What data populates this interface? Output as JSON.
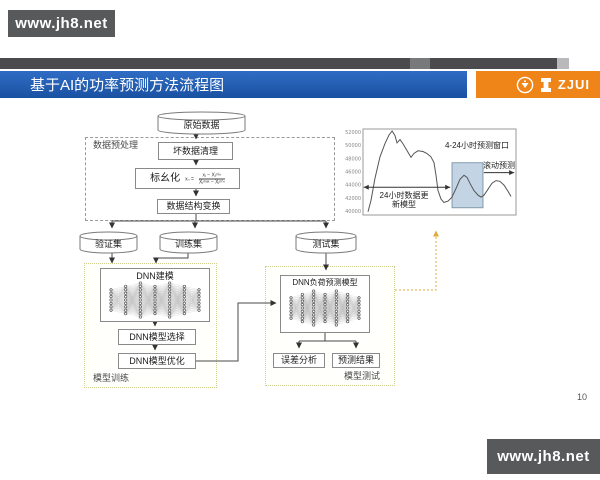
{
  "watermark": {
    "text": "www.jh8.net"
  },
  "header": {
    "title": "基于AI的功率预测方法流程图",
    "logo_text": "ZJUI"
  },
  "flowchart": {
    "raw_data": "原始数据",
    "preprocess": {
      "label": "数据预处理",
      "clean": "坏数据清理",
      "normalize": "标幺化",
      "formula": {
        "lhs": "xₙ =",
        "num": "xᵢ − Xᵢᵐⁱⁿ",
        "den": "Xᵢᵐᵃˣ − Xᵢᵐⁱⁿ"
      },
      "transform": "数据结构变换"
    },
    "datasets": {
      "validation": "验证集",
      "training": "训练集",
      "testing": "测试集"
    },
    "model_training": {
      "label": "模型训练",
      "dnn_modeling": "DNN建模",
      "model_select": "DNN模型选择",
      "model_optimize": "DNN模型优化",
      "nn_layers": [
        7,
        9,
        11,
        9,
        11,
        9,
        7
      ]
    },
    "model_testing": {
      "label": "模型测试",
      "dnn_predict": "DNN负荷预测模型",
      "error_analysis": "误差分析",
      "predict_result": "预测结果",
      "nn_layers": [
        7,
        9,
        11,
        9,
        11,
        9,
        7
      ]
    }
  },
  "chart_data": {
    "type": "line",
    "title": "",
    "xlabel": "",
    "ylabel": "",
    "ylim": [
      39500,
      52500
    ],
    "yticks": [
      52000,
      50000,
      48000,
      46000,
      44000,
      42000,
      40000
    ],
    "grid": false,
    "legend": false,
    "points": [
      [
        3.3,
        40000
      ],
      [
        5.2,
        41700
      ],
      [
        7.8,
        45000
      ],
      [
        11.1,
        48300
      ],
      [
        14.4,
        50300
      ],
      [
        17,
        51600
      ],
      [
        19,
        52200
      ],
      [
        20.9,
        51500
      ],
      [
        22.2,
        50400
      ],
      [
        24.2,
        50900
      ],
      [
        26.1,
        50300
      ],
      [
        28.8,
        49200
      ],
      [
        31.4,
        48200
      ],
      [
        33.3,
        48800
      ],
      [
        35.9,
        49200
      ],
      [
        39.2,
        49100
      ],
      [
        41.8,
        48800
      ],
      [
        44.4,
        48300
      ],
      [
        46.4,
        47400
      ],
      [
        47.7,
        45500
      ],
      [
        49,
        43200
      ],
      [
        51,
        41900
      ],
      [
        52.9,
        41400
      ],
      [
        55.6,
        41600
      ],
      [
        58.2,
        42200
      ],
      [
        60.8,
        43500
      ],
      [
        63.4,
        44900
      ],
      [
        66,
        45500
      ],
      [
        68,
        45200
      ],
      [
        69.9,
        44300
      ],
      [
        72.5,
        43200
      ],
      [
        75.2,
        42500
      ],
      [
        77.1,
        42200
      ],
      [
        79.1,
        42500
      ],
      [
        81.7,
        43400
      ],
      [
        84.3,
        44300
      ],
      [
        86.9,
        44700
      ],
      [
        89.5,
        44600
      ],
      [
        92.2,
        44000
      ],
      [
        94.8,
        43100
      ],
      [
        96.7,
        42300
      ]
    ],
    "window_rect": {
      "x_pct": [
        58.2,
        78.4
      ],
      "values": [
        40600,
        47400
      ]
    },
    "update_arrow": {
      "x_pct": [
        0.5,
        57.0
      ],
      "value": 43700
    },
    "rolling_arrow": {
      "x_pct": [
        79.0,
        98.8
      ],
      "value": 45900
    },
    "annotations": {
      "window": "4-24小时预测窗口",
      "rolling": "滚动预测",
      "update_line1": "24小时数据更",
      "update_line2": "新模型"
    }
  },
  "page_number": "10"
}
